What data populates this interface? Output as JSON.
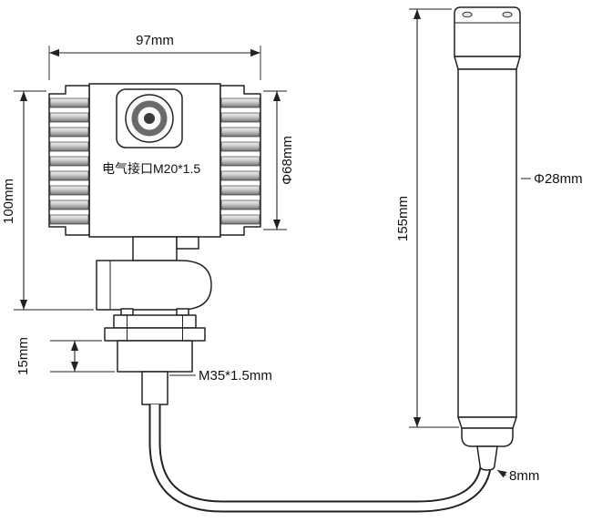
{
  "diagram": {
    "type": "technical-dimension-drawing",
    "subject": "pressure transmitter with remote sensor probe",
    "colors": {
      "line": "#222222",
      "background": "#ffffff",
      "text": "#111111"
    },
    "transmitter": {
      "overall_width_label": "97mm",
      "overall_height_label": "100mm",
      "housing_diameter_label": "Φ68mm",
      "electrical_port_label": "电气接口M20*1.5",
      "flange_thickness_label": "15mm",
      "thread_label": "M35*1.5mm"
    },
    "probe": {
      "length_label": "155mm",
      "diameter_label": "Φ28mm",
      "cable_diameter_label": "8mm"
    }
  }
}
